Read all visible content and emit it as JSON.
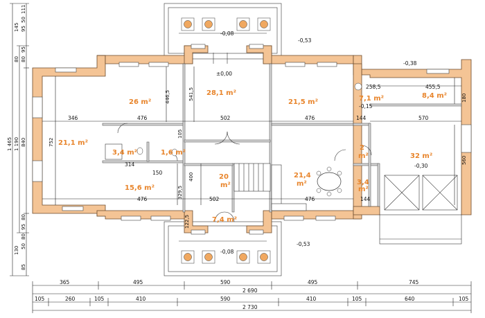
{
  "colors": {
    "wall_exterior": "#f4c495",
    "room_label": "#e8852c",
    "pot": "#f0a860"
  },
  "rooms": [
    {
      "id": "r1",
      "label": "21,1 m²"
    },
    {
      "id": "r2",
      "label": "26 m²"
    },
    {
      "id": "r3",
      "label": "28,1 m²"
    },
    {
      "id": "r4",
      "label": "21,5 m²"
    },
    {
      "id": "r5",
      "label": "7,1 m²"
    },
    {
      "id": "r6",
      "label": "8,4 m²"
    },
    {
      "id": "r7",
      "label": "3,4 m²"
    },
    {
      "id": "r8",
      "label": "1,6 m²"
    },
    {
      "id": "r9",
      "label": "15,6 m²"
    },
    {
      "id": "r10a",
      "label": "20"
    },
    {
      "id": "r10b",
      "label": "m²"
    },
    {
      "id": "r11a",
      "label": "21,4"
    },
    {
      "id": "r11b",
      "label": "m²"
    },
    {
      "id": "r12a",
      "label": "2"
    },
    {
      "id": "r12b",
      "label": "m²"
    },
    {
      "id": "r13a",
      "label": "3,4"
    },
    {
      "id": "r13b",
      "label": "m²"
    },
    {
      "id": "r14",
      "label": "32 m²"
    },
    {
      "id": "r15",
      "label": "7,4 m²"
    }
  ],
  "levels": {
    "top_terrace": "-0,08",
    "top_right": "-0,53",
    "hall": "±0,00",
    "garage_top": "-0,38",
    "garage_mid": "-0,15",
    "garage": "-0,30",
    "bottom_terrace": "-0,08",
    "bottom_right": "-0,53"
  },
  "inner_dims": {
    "d346": "346",
    "d476a": "476",
    "d502a": "502",
    "d476b": "476",
    "d144a": "144",
    "d570": "570",
    "d2585": "258,5",
    "d4555": "455,5",
    "d180": "180",
    "d560": "560",
    "d752": "752",
    "d4465": "446,5",
    "d5415": "541,5",
    "d105": "105",
    "d314": "314",
    "d150": "150",
    "d400": "400",
    "d3295": "329,5",
    "d476c": "476",
    "d502b": "502",
    "d476d": "476",
    "d144b": "144",
    "d1225": "122,5"
  },
  "bottom_dims_row1": [
    "365",
    "495",
    "590",
    "495",
    "745"
  ],
  "bottom_total_1": "2 690",
  "bottom_dims_row2": [
    "105",
    "260",
    "105",
    "410",
    "590",
    "410",
    "105",
    "640",
    "105"
  ],
  "bottom_total_2": "2 730",
  "left_dims_top": [
    "111",
    "50",
    "95",
    "145",
    "95",
    "80",
    "80"
  ],
  "left_total_outer": "1 465",
  "left_total_inner": "1 190",
  "left_mid": "840",
  "left_dims_bottom": [
    "80",
    "95",
    "80",
    "50",
    "130",
    "85"
  ]
}
